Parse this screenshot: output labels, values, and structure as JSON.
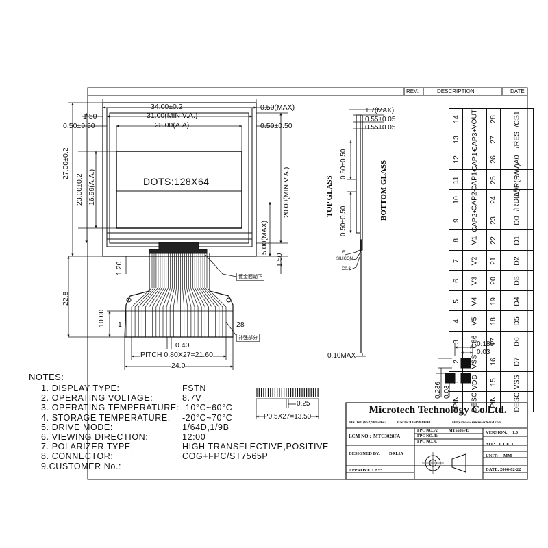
{
  "revision_block": {
    "rev": "REV.",
    "description": "DESCRIPTION",
    "date": "DATE"
  },
  "front_view": {
    "dim_top_outline": "34.00±0.2",
    "dim_min_va": "31.00(MIN V.A.)",
    "dim_aa": "28.00(A.A)",
    "dim_left_150": "1.50",
    "dim_left_050": "0.50±0.50",
    "dim_right_050max": "0.50(MAX)",
    "dim_right_050": "0.50±0.50",
    "display_label": "DOTS:128X64",
    "dim_height_27": "27.00±0.2",
    "dim_height_23": "23.00±0.2",
    "dim_height_1699": "16.99(A.A.)",
    "dim_height_20min": "20.00(MIN V.A.)",
    "dim_height_5max": "5.00(MAX)",
    "dim_right_150": "1.50",
    "dim_120": "1.20",
    "dim_228": "22.8",
    "dim_1000": "10.00",
    "pin_left_label": "1",
    "pin_right_label": "28",
    "dim_040": "0.40",
    "dim_pitch": "PITCH  0.80X27=21.60",
    "dim_240": "24.0",
    "callout_1": "镀金面朝下",
    "callout_2": "补强部分"
  },
  "side_view": {
    "dim_17max": "1.7(MAX)",
    "dim_055a": "0.55±0.05",
    "dim_055b": "0.55±0.05",
    "dim_050a": "0.50±0.50",
    "dim_050b": "0.50±0.50",
    "top_glass": "TOP GLASS",
    "bottom_glass": "BOTTOM GLASS",
    "label_e": "E",
    "label_silicon": "SILICON",
    "label_c03": "C0.3",
    "dim_010max": "0.10MAX"
  },
  "pin_table": {
    "rows": [
      [
        "14",
        "13",
        "12",
        "11",
        "10",
        "9",
        "8",
        "7",
        "6",
        "5",
        "4",
        "3",
        "2",
        "1",
        "PIN"
      ],
      [
        "VOUT",
        "CAP3+",
        "CAP1+",
        "CAP1-",
        "CAP2-",
        "CAP2+",
        "V1",
        "V2",
        "V3",
        "V4",
        "V5",
        "C86",
        "VSS",
        "VDD",
        "DESC"
      ],
      [
        "28",
        "27",
        "26",
        "25",
        "24",
        "23",
        "22",
        "21",
        "20",
        "19",
        "18",
        "17",
        "16",
        "15",
        "PIN"
      ],
      [
        "/CS1",
        "/RES",
        "A0",
        "/WR(R/W)",
        "/RD(E)",
        "D0",
        "D1",
        "D2",
        "D3",
        "D4",
        "D5",
        "D6",
        "D7",
        "VSS",
        "DESC"
      ]
    ]
  },
  "detail": {
    "dim_0189": "0.189",
    "dim_003a": "0.03",
    "dim_0236": "0.236",
    "dim_003b": "0.03",
    "dim_025": "0.25",
    "dim_p05": "P0.5X27=13.50"
  },
  "notes": {
    "title": "NOTES:",
    "items": [
      {
        "label": "1.  DISPLAY TYPE:",
        "value": "FSTN"
      },
      {
        "label": "2.  OPERATING VOLTAGE:",
        "value": "8.7V"
      },
      {
        "label": "3.  OPERATING TEMPERATURE:",
        "value": "-10°C~60°C"
      },
      {
        "label": "4.  STORAGE TEMPERATURE:",
        "value": "-20°C~70°C"
      },
      {
        "label": "5.  DRIVE MODE:",
        "value": "1/64D,1/9B"
      },
      {
        "label": "6.  VIEWING DIRECTION:",
        "value": "12:00"
      },
      {
        "label": "7.  POLARIZER TYPE:",
        "value": "HIGH TRANSFLECTIVE,POSITIVE"
      },
      {
        "label": "8.  CONNECTOR:",
        "value": "COG+FPC/ST7565P"
      },
      {
        "label": "9.CUSTOMER  No.:",
        "value": ""
      }
    ]
  },
  "title_block": {
    "company": "Microtech Technology Co.Ltd.",
    "hk_tel": "HK Tel: (852)98153643",
    "cn_tel": "CN Tel:13509839343",
    "web": "Http://www.microtech-lcd.com",
    "lcm_no_label": "LCM NO.:",
    "lcm_no": "MTC3028FA",
    "fpc_a_label": "FPC NO. A:",
    "fpc_a": "MT5536FE",
    "fpc_b_label": "FPC NO. B:",
    "fpc_c_label": "FPC NO. C:",
    "version_label": "VERSION:",
    "version": "1.0",
    "no_label": "NO.:",
    "no": "1  OF  1",
    "designed_label": "DESIGNED BY:",
    "designed": "DRLIA",
    "approved_label": "APPROVED BY:",
    "unit_label": "UNIT:",
    "unit": "MM",
    "date_label": "DATE:",
    "date": "2006-02-22"
  }
}
